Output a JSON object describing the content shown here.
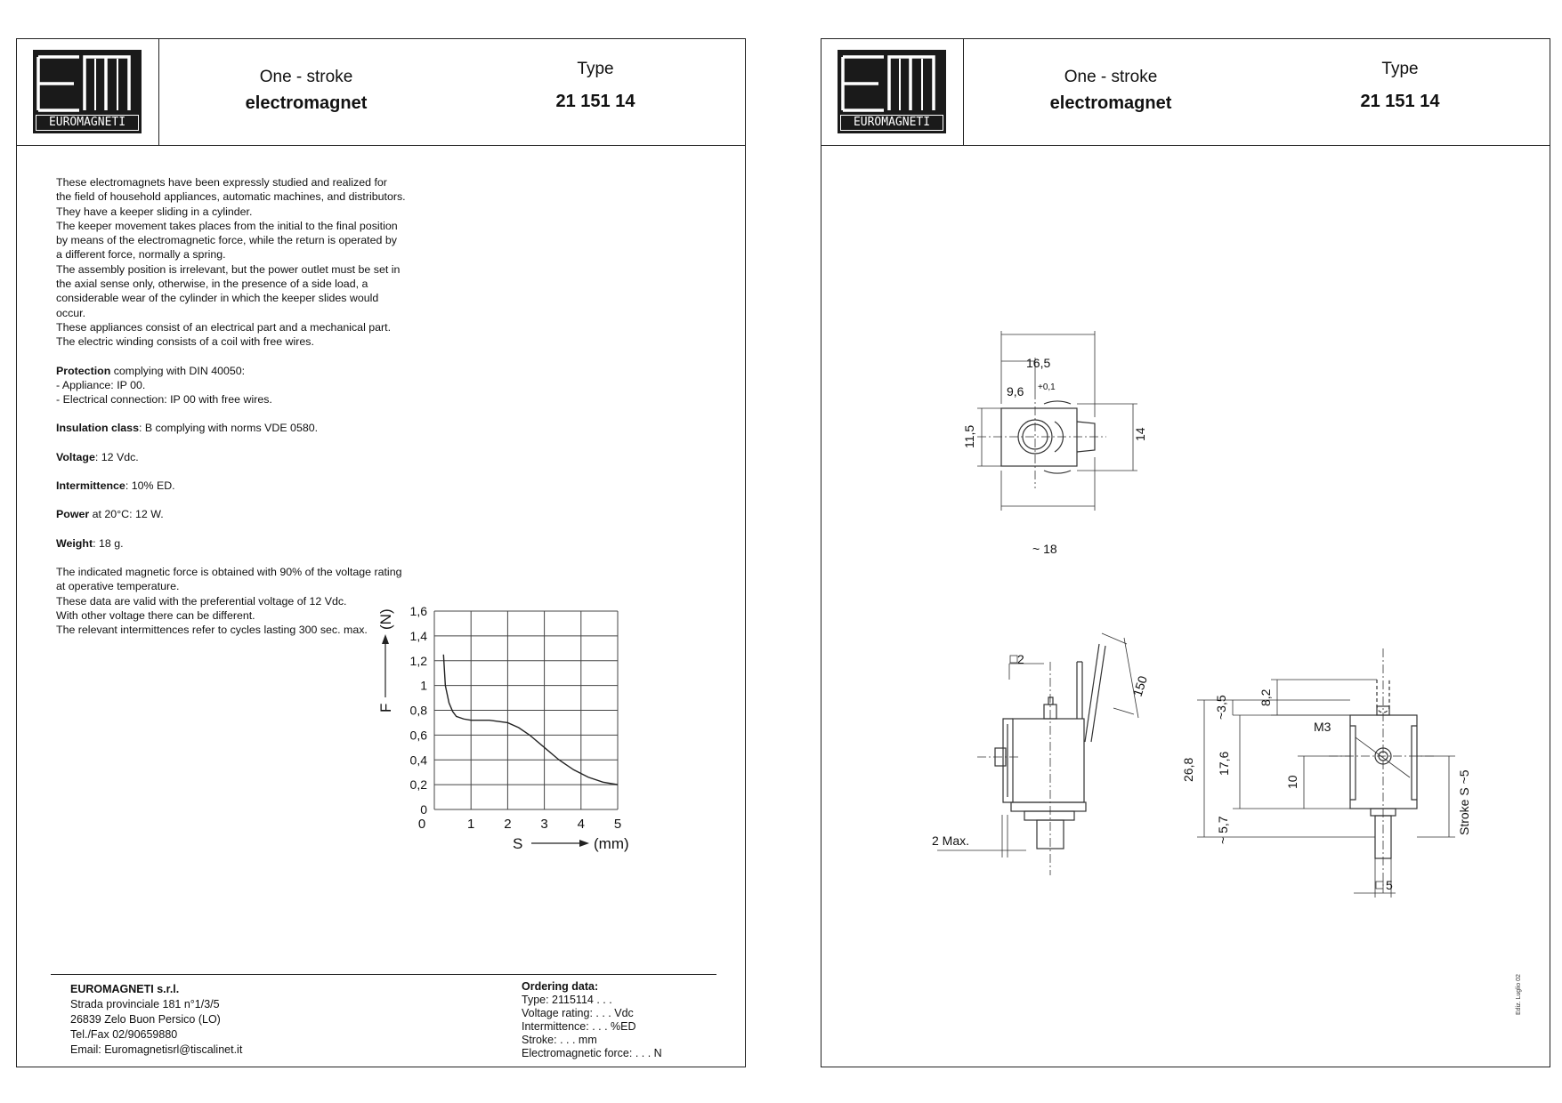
{
  "header": {
    "logo_text": "EUROMAGNETI",
    "title_line1": "One - stroke",
    "title_line2": "electromagnet",
    "type_label": "Type",
    "type_value": "21 151 14"
  },
  "description": [
    "These electromagnets have been expressly studied and realized for",
    "the field of household appliances, automatic machines, and distributors.",
    "They have a keeper sliding in a cylinder.",
    "The keeper movement takes places from the initial to the final position",
    "by means of the electromagnetic force, while the return is operated by",
    "a different force, normally a spring.",
    "The assembly position is irrelevant, but the power outlet must be set in",
    "the axial sense only, otherwise, in the presence of a side load, a",
    "considerable wear of the cylinder in which the keeper slides would",
    "occur.",
    "These appliances consist of an electrical part and a mechanical part.",
    "The electric winding consists of a coil with free wires."
  ],
  "specs": {
    "protection_label": "Protection",
    "protection_text": " complying with DIN 40050:",
    "protection_items": [
      "- Appliance: IP 00.",
      "- Electrical connection: IP 00 with free wires."
    ],
    "insulation_label": "Insulation class",
    "insulation_text": ": B complying with norms VDE 0580.",
    "voltage_label": "Voltage",
    "voltage_text": ": 12 Vdc.",
    "intermittence_label": "Intermittence",
    "intermittence_text": ": 10% ED.",
    "power_label": "Power",
    "power_text": " at 20°C: 12 W.",
    "weight_label": "Weight",
    "weight_text": ": 18 g."
  },
  "notes": [
    "The indicated magnetic force is obtained with 90% of the voltage rating",
    "at operative temperature.",
    "These data are valid with the preferential voltage of 12 Vdc.",
    "With other voltage there can be different.",
    "The relevant intermittences refer to cycles lasting 300 sec. max."
  ],
  "chart_data": {
    "type": "line",
    "xlabel": "S",
    "xunit": "(mm)",
    "ylabel": "F",
    "yunit": "(N)",
    "xlim": [
      0,
      5
    ],
    "ylim": [
      0,
      1.6
    ],
    "xticks": [
      "0",
      "1",
      "2",
      "3",
      "4",
      "5"
    ],
    "yticks": [
      "0",
      "0,2",
      "0,4",
      "0,6",
      "0,8",
      "1",
      "1,2",
      "1,4",
      "1,6"
    ],
    "grid": true,
    "series": [
      {
        "x": [
          0.25,
          0.3,
          0.4,
          0.5,
          0.6,
          0.8,
          1.0,
          1.5,
          2.0,
          2.3,
          2.6,
          3.0,
          3.4,
          3.8,
          4.2,
          4.6,
          5.0
        ],
        "y": [
          1.25,
          1.0,
          0.86,
          0.79,
          0.75,
          0.73,
          0.72,
          0.72,
          0.7,
          0.66,
          0.6,
          0.5,
          0.4,
          0.32,
          0.26,
          0.22,
          0.2
        ]
      }
    ]
  },
  "footer": {
    "company": "EUROMAGNETI s.r.l.",
    "address_lines": [
      "Strada provinciale 181 n°1/3/5",
      "26839 Zelo Buon Persico (LO)",
      "Tel./Fax 02/90659880",
      "Email: Euromagnetisrl@tiscalinet.it"
    ],
    "ordering_title": "Ordering data:",
    "ordering_lines": [
      "Type: 2115114 . . .",
      "Voltage rating: . . . Vdc",
      "Intermittence: . . . %ED",
      "Stroke: . . . mm",
      "Electromagnetic force: . . . N"
    ]
  },
  "drawing_dims": {
    "top_width": "16,5",
    "bore_pos": "9,6",
    "bore_tol": "+0,1",
    "height_left": "11,5",
    "height_right": "14",
    "bottom_width": "~ 18",
    "wire_size": "2",
    "wire_len": "150",
    "max_offset": "2 Max.",
    "dim_8_2": "8,2",
    "dim_3_5": "~3,5",
    "thread": "M3",
    "dim_26_8": "26,8",
    "dim_17_6": "17,6",
    "dim_10": "10",
    "dim_5_7": "~ 5,7",
    "stroke": "Stroke S ~5",
    "plunger_size": "5"
  },
  "edit_note": "Ediz. Luglio 02"
}
